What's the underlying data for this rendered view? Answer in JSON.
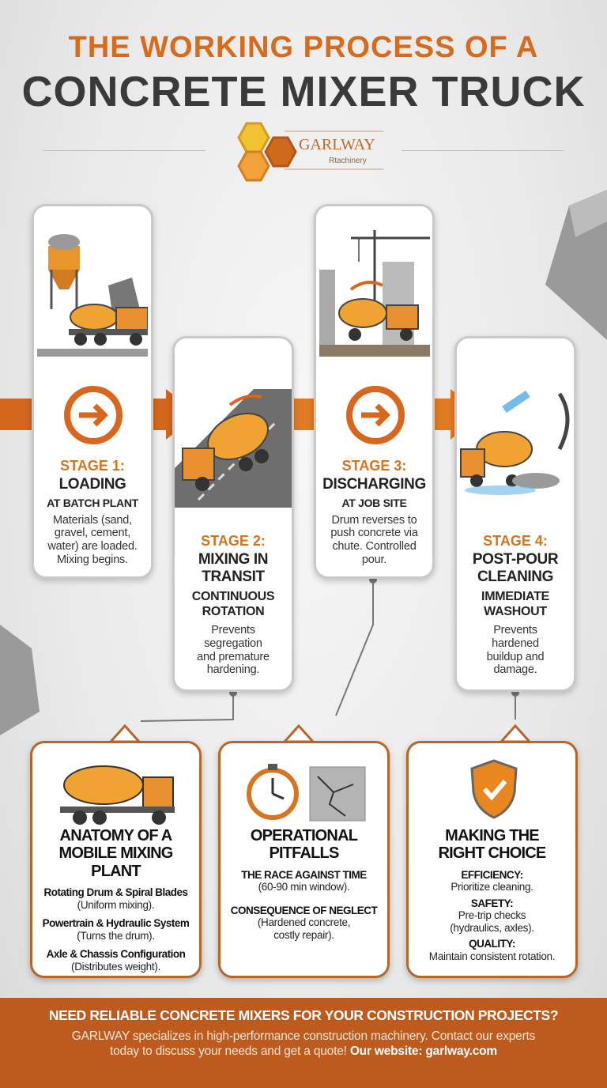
{
  "title": {
    "line1": "THE WORKING PROCESS OF A",
    "line2": "CONCRETE MIXER TRUCK"
  },
  "logo": {
    "name": "GARLWAY",
    "tagline": "Rtachinery"
  },
  "colors": {
    "accent": "#d8731f",
    "dark": "#3a3a3a",
    "footer": "#bd5a1e",
    "card_border": "#b8652a"
  },
  "stages": [
    {
      "stage": "STAGE 1:",
      "title": [
        "LOADING"
      ],
      "subtitle": [
        "AT BATCH PLANT"
      ],
      "desc": [
        "Materials (sand,",
        "gravel, cement,",
        "water) are loaded.",
        "Mixing begins."
      ],
      "icon": "batch-plant-truck"
    },
    {
      "stage": "STAGE 2:",
      "title": [
        "MIXING IN",
        "TRANSIT"
      ],
      "subtitle": [
        "CONTINUOUS",
        "ROTATION"
      ],
      "desc": [
        "Prevents",
        "segregation",
        "and premature",
        "hardening."
      ],
      "icon": "truck-on-road"
    },
    {
      "stage": "STAGE 3:",
      "title": [
        "DISCHARGING"
      ],
      "subtitle": [
        "AT JOB SITE"
      ],
      "desc": [
        "Drum reverses to",
        "push concrete via",
        "chute. Controlled",
        "pour."
      ],
      "icon": "crane-construction-site"
    },
    {
      "stage": "STAGE 4:",
      "title": [
        "POST-POUR",
        "CLEANING"
      ],
      "subtitle": [
        "IMMEDIATE",
        "WASHOUT"
      ],
      "desc": [
        "Prevents",
        "hardened",
        "buildup and",
        "damage."
      ],
      "icon": "hose-washout"
    }
  ],
  "panels": [
    {
      "title": [
        "ANATOMY OF A",
        "MOBILE MIXING PLANT"
      ],
      "items": [
        {
          "head": "Rotating Drum & Spiral Blades",
          "body": [
            "(Uniform mixing)."
          ]
        },
        {
          "head": "Powertrain & Hydraulic System",
          "body": [
            "(Turns the drum)."
          ]
        },
        {
          "head": "Axle & Chassis Configuration",
          "body": [
            "(Distributes weight)."
          ]
        }
      ],
      "icon": "mixer-truck"
    },
    {
      "title": [
        "OPERATIONAL",
        "PITFALLS"
      ],
      "items": [
        {
          "head": "THE RACE AGAINST TIME",
          "body": [
            "(60-90 min window)."
          ]
        },
        {
          "head": "CONSEQUENCE OF NEGLECT",
          "body": [
            "(Hardened concrete,",
            "costly repair)."
          ]
        }
      ],
      "icon": "stopwatch-cracked-concrete"
    },
    {
      "title": [
        "MAKING THE",
        "RIGHT CHOICE"
      ],
      "items": [
        {
          "head": "EFFICIENCY:",
          "body": [
            "Prioritize cleaning."
          ]
        },
        {
          "head": "SAFETY:",
          "body": [
            "Pre-trip checks",
            "(hydraulics, axles)."
          ]
        },
        {
          "head": "QUALITY:",
          "body": [
            "Maintain consistent rotation."
          ]
        }
      ],
      "icon": "shield-check"
    }
  ],
  "footer": {
    "headline": "NEED RELIABLE CONCRETE MIXERS FOR YOUR CONSTRUCTION PROJECTS?",
    "body1": "GARLWAY specializes in high-performance construction machinery. Contact our experts",
    "body2": "today to discuss your needs and get a quote! ",
    "website": "Our website: garlway.com"
  }
}
